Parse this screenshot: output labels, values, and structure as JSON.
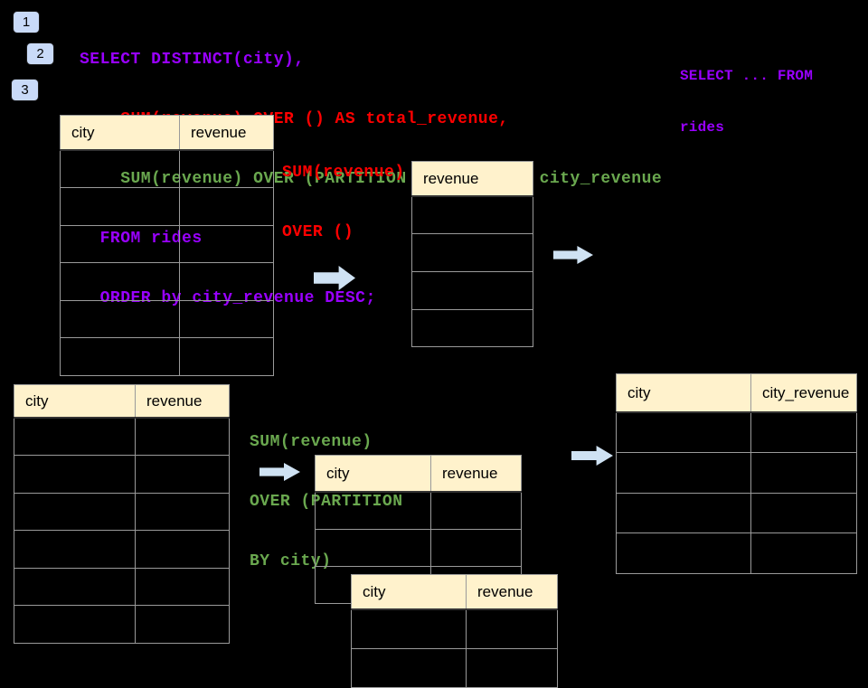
{
  "badges": [
    "1",
    "2",
    "3"
  ],
  "sql": {
    "lines": [
      {
        "text": "SELECT DISTINCT(city),",
        "color": "#9900FF"
      },
      {
        "text": "    SUM(revenue) OVER () AS total_revenue,",
        "color": "#FF0000"
      },
      {
        "text": "    SUM(revenue) OVER (PARTITION BY city) as city_revenue",
        "color": "#6AA84F"
      },
      {
        "text": "  FROM rides",
        "color": "#9900FF"
      },
      {
        "text": "  ORDER by city_revenue DESC;",
        "color": "#9900FF"
      }
    ]
  },
  "side_note": {
    "color": "#9900FF",
    "lines": [
      "SELECT ... FROM",
      "rides"
    ]
  },
  "labels": {
    "total_window": {
      "color": "#FF0000",
      "lines": [
        "SUM(revenue)",
        "OVER ()"
      ]
    },
    "partition_window": {
      "color": "#6AA84F",
      "lines": [
        "SUM(revenue)",
        "OVER (PARTITION",
        "BY city)"
      ]
    }
  },
  "tables": {
    "source_top": {
      "columns": [
        "city",
        "revenue"
      ],
      "row_count": 6
    },
    "total_revenue_result": {
      "columns": [
        "revenue"
      ],
      "row_count": 4
    },
    "source_bottom": {
      "columns": [
        "city",
        "revenue"
      ],
      "row_count": 6
    },
    "partition_mid": {
      "columns": [
        "city",
        "revenue"
      ],
      "row_count": 3
    },
    "partition_front": {
      "columns": [
        "city",
        "revenue"
      ],
      "row_count": 2
    },
    "city_revenue_result": {
      "columns": [
        "city",
        "city_revenue"
      ],
      "row_count": 4
    }
  },
  "icons": {
    "flow_arrows": [
      "arrow-right",
      "arrow-right",
      "arrow-right",
      "arrow-right"
    ]
  },
  "colors": {
    "background": "#000000",
    "sql_purple": "#9900FF",
    "sql_red": "#FF0000",
    "sql_green": "#6AA84F",
    "table_header_fill": "#FFF2CC",
    "table_border": "#9A9A9A",
    "arrow_fill": "#CFE2F3",
    "badge_fill": "#C9DAF8"
  }
}
